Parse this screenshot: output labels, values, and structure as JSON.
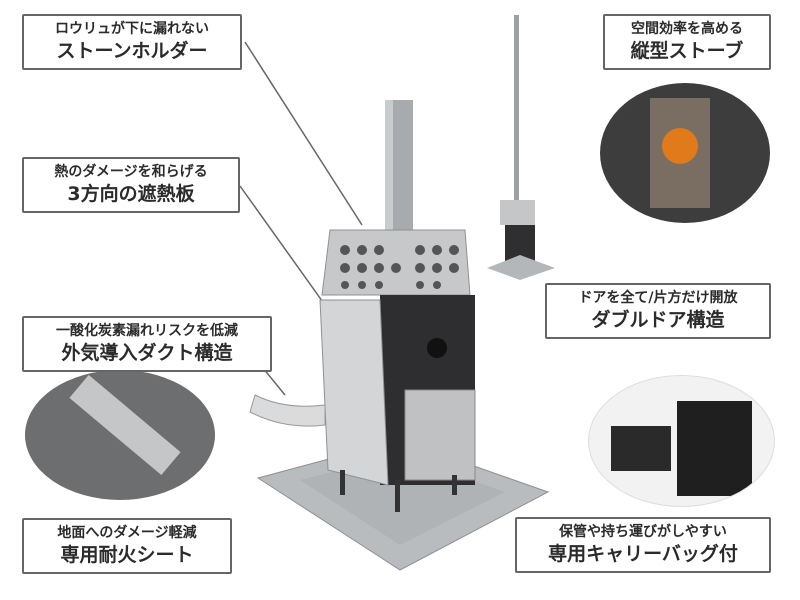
{
  "callouts": {
    "stone_holder": {
      "line1": "ロウリュが下に漏れない",
      "line2": "ストーンホルダー"
    },
    "heat_shield": {
      "line1": "熱のダメージを和らげる",
      "line2": "3方向の遮熱板"
    },
    "duct": {
      "line1": "一酸化炭素漏れリスクを低減",
      "line2": "外気導入ダクト構造"
    },
    "fire_sheet": {
      "line1": "地面へのダメージ軽減",
      "line2": "専用耐火シート"
    },
    "vertical": {
      "line1": "空間効率を高める",
      "line2": "縦型ストーブ"
    },
    "double_door": {
      "line1": "ドアを全て/片方だけ開放",
      "line2": "ダブルドア構造"
    },
    "carry_bag": {
      "line1": "保管や持ち運びがしやすい",
      "line2": "専用キャリーバッグ付"
    }
  }
}
